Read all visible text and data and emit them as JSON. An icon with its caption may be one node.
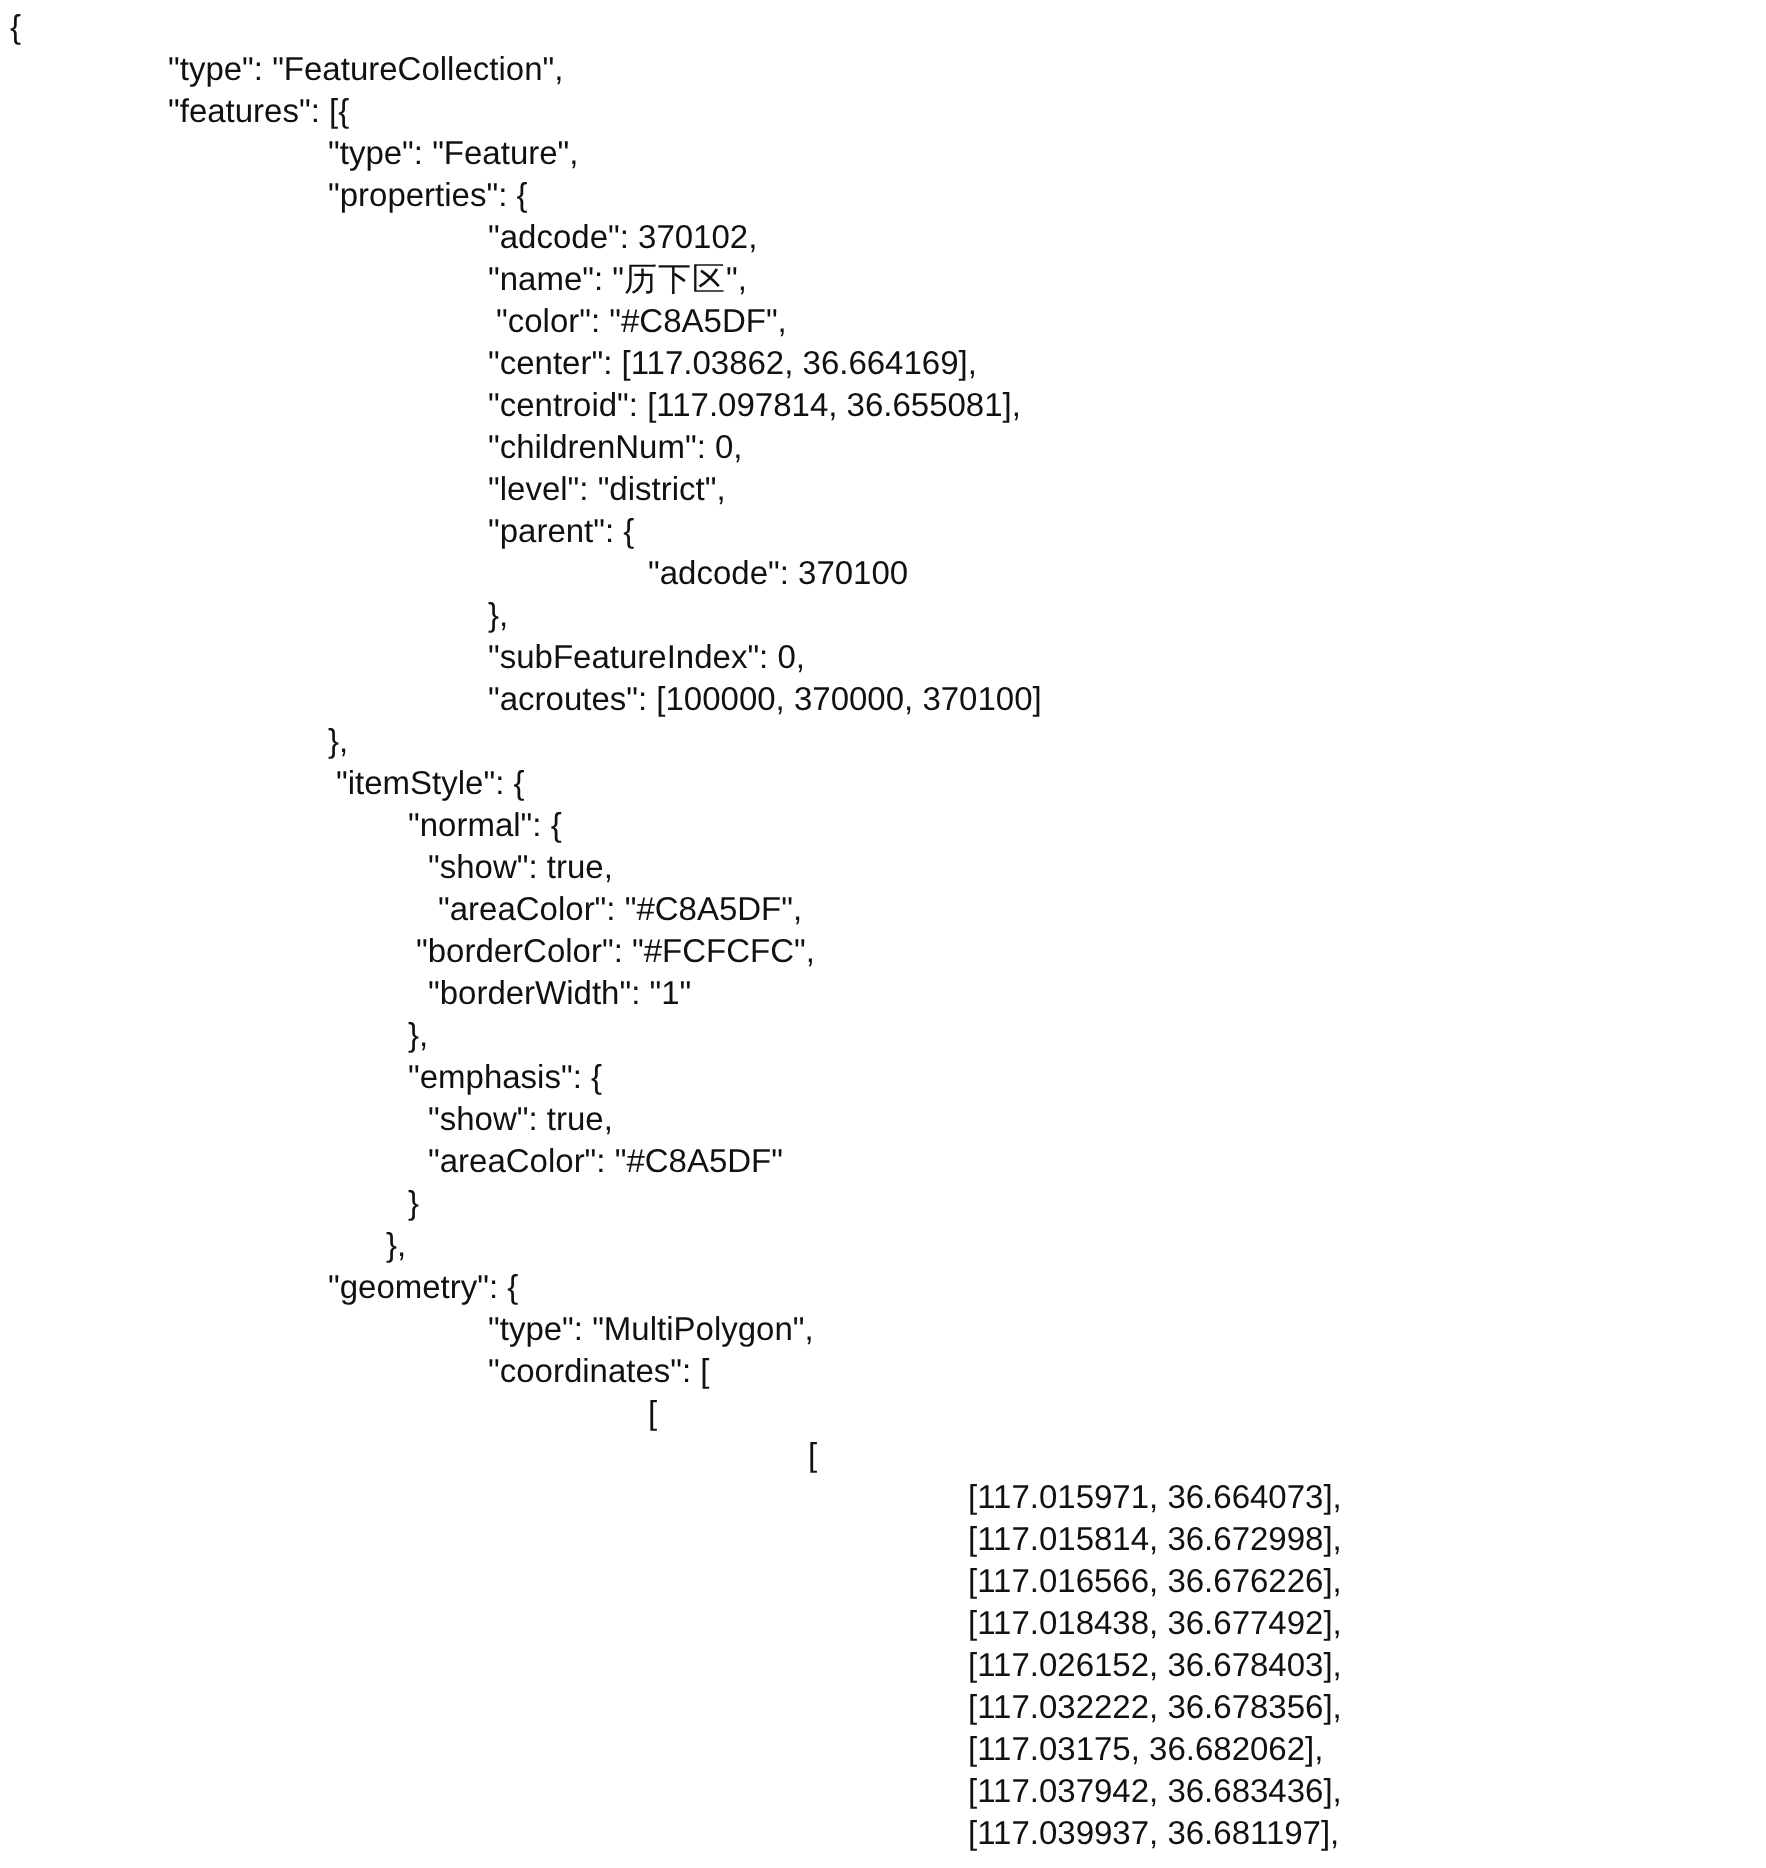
{
  "diagram": {
    "labels": [
      "{",
      "\"type\": \"FeatureCollection\",",
      "\"features\": [{",
      "\"type\": \"Feature\",",
      "\"properties\": {",
      "\"adcode\": 370102,",
      "\"name\": \"历下区\",",
      "\"color\": \"#C8A5DF\",",
      "\"center\": [117.03862, 36.664169],",
      "\"centroid\": [117.097814, 36.655081],",
      "\"childrenNum\": 0,",
      "\"level\": \"district\",",
      "\"parent\": {",
      "\"adcode\": 370100",
      "},",
      "\"subFeatureIndex\": 0,",
      "\"acroutes\": [100000, 370000, 370100]",
      "},",
      "\"itemStyle\": {",
      "\"normal\": {",
      "\"show\": true,",
      "\"areaColor\": \"#C8A5DF\",",
      "\"borderColor\": \"#FCFCFC\",",
      "\"borderWidth\": \"1\"",
      "},",
      "\"emphasis\": {",
      "\"show\": true,",
      "\"areaColor\": \"#C8A5DF\"",
      "}",
      "},",
      "\"geometry\": {",
      "\"type\": \"MultiPolygon\",",
      "\"coordinates\": [",
      "[",
      "[",
      "[117.015971, 36.664073],",
      "[117.015814, 36.672998],",
      "[117.016566, 36.676226],",
      "[117.018438, 36.677492],",
      "[117.026152, 36.678403],",
      "[117.032222, 36.678356],",
      "[117.03175, 36.682062],",
      "[117.037942, 36.683436],",
      "[117.039937, 36.681197],"
    ]
  }
}
